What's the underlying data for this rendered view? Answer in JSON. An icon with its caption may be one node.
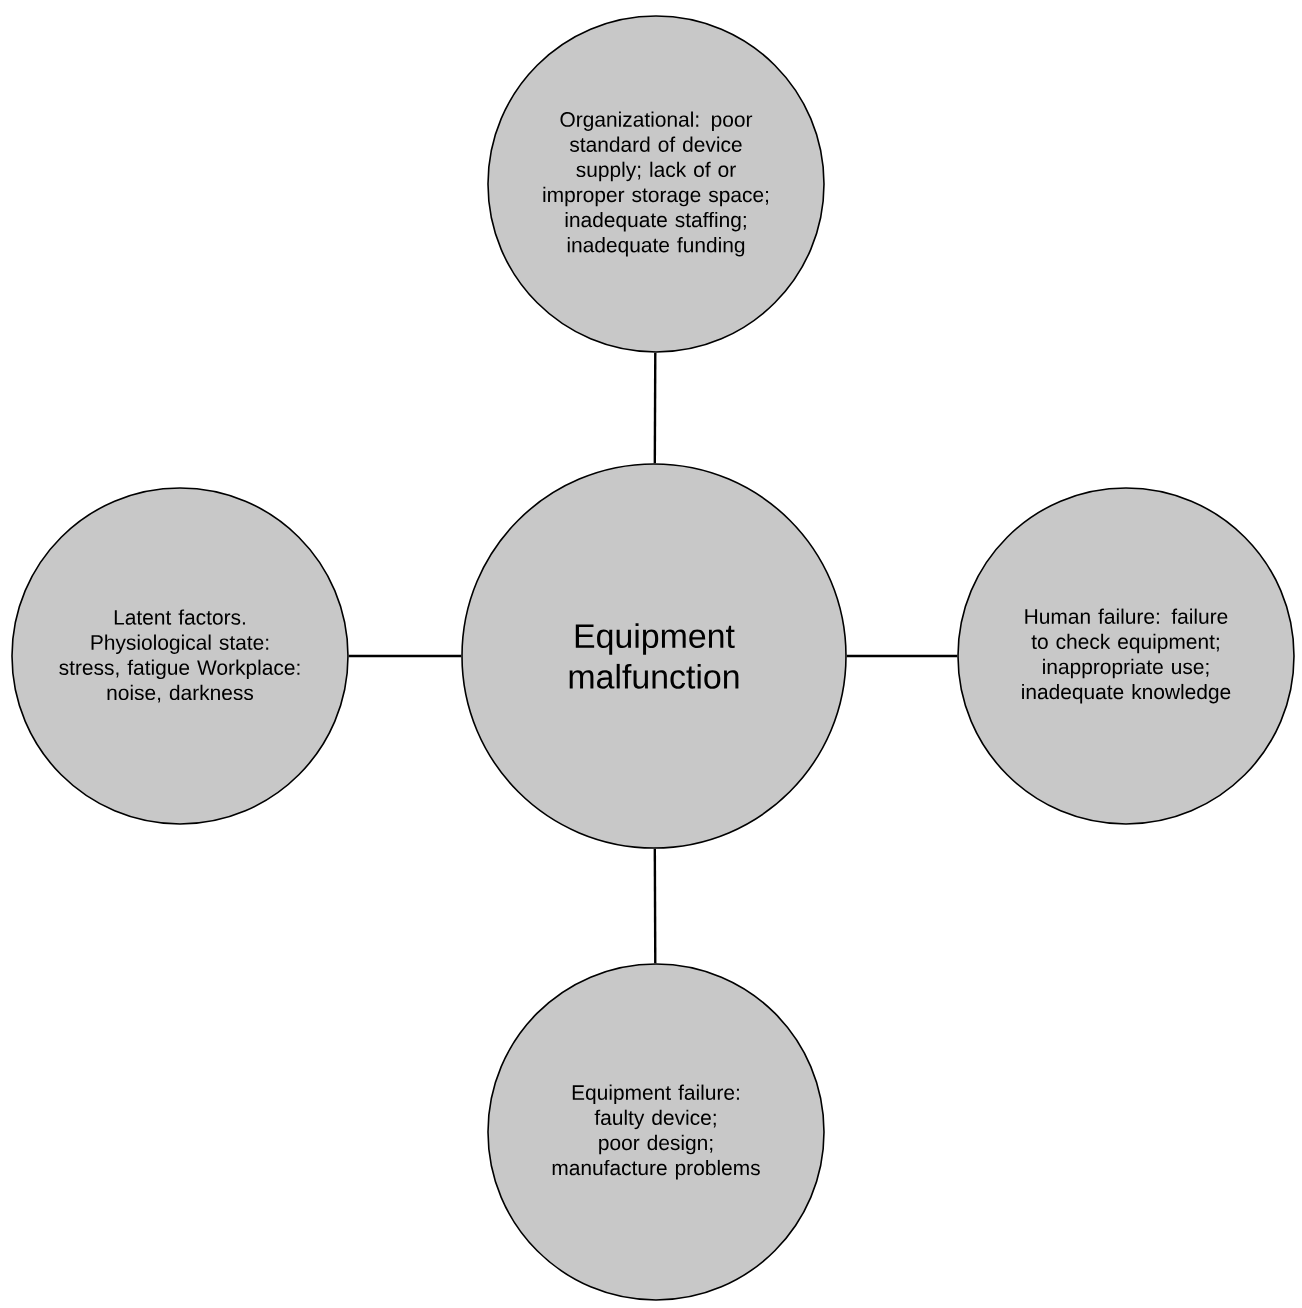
{
  "diagram": {
    "nodes": [
      {
        "text": [
          "Organizational: poor standard of device supply; lack of or improper storage space; inadequate staffing; inadequate funding"
        ]
      },
      {
        "text": [
          "Latent factors. Physiological state: stress, fatigue Workplace: noise, darkness"
        ]
      },
      {
        "text": [
          "Equipment malfunction"
        ]
      },
      {
        "text": [
          "Human failure: failure to check equipment; inappropriate use; inadequate knowledge"
        ]
      },
      {
        "text": [
          "Equipment failure: faulty device; poor design; manufacture problems"
        ]
      }
    ],
    "edges": [
      {
        "from": 2,
        "to": 0,
        "arrow": "none"
      },
      {
        "from": 2,
        "to": 1,
        "arrow": "none"
      },
      {
        "from": 2,
        "to": 3,
        "arrow": "none"
      },
      {
        "from": 2,
        "to": 4,
        "arrow": "none"
      }
    ]
  }
}
